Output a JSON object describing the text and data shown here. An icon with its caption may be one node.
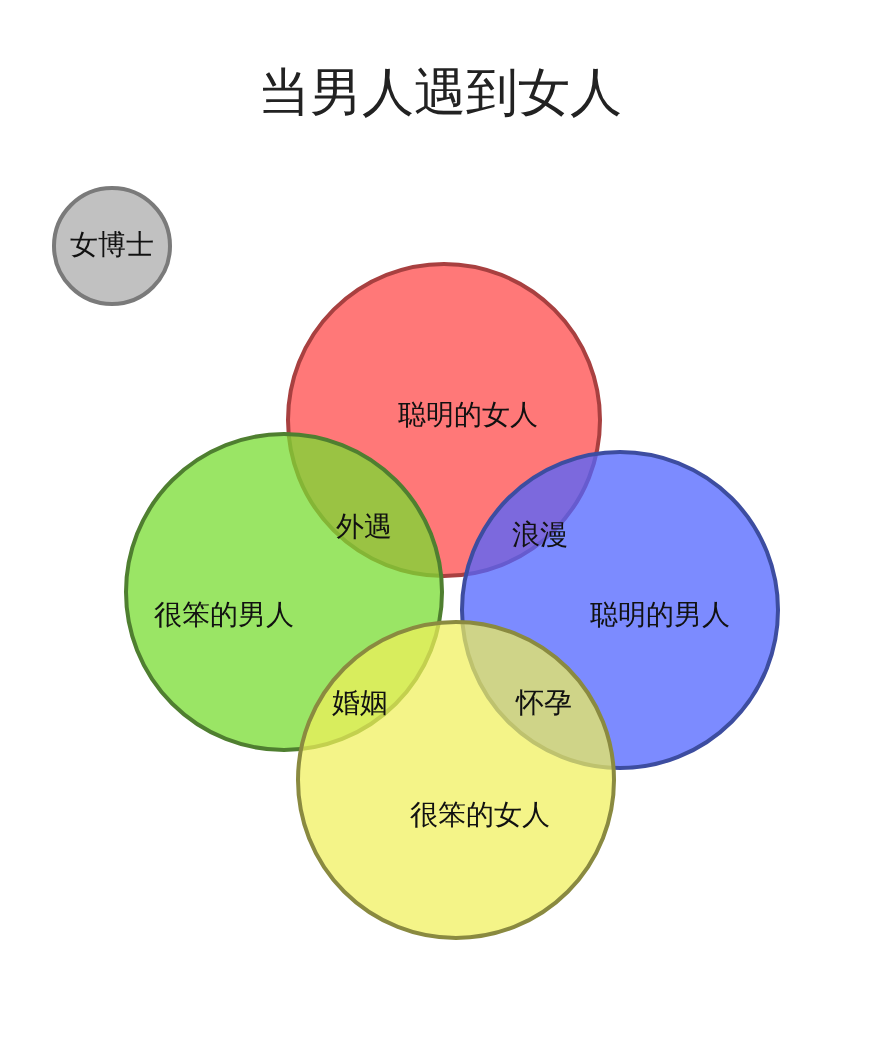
{
  "diagram": {
    "title": "当男人遇到女人",
    "nodes": [
      {
        "text": [
          "女博士"
        ]
      },
      {
        "text": [
          "聪明的女人"
        ]
      },
      {
        "text": [
          "很笨的男人"
        ]
      },
      {
        "text": [
          "聪明的男人"
        ]
      },
      {
        "text": [
          "很笨的女人"
        ]
      }
    ],
    "labels": [
      "外遇",
      "浪漫",
      "婚姻",
      "怀孕"
    ]
  }
}
